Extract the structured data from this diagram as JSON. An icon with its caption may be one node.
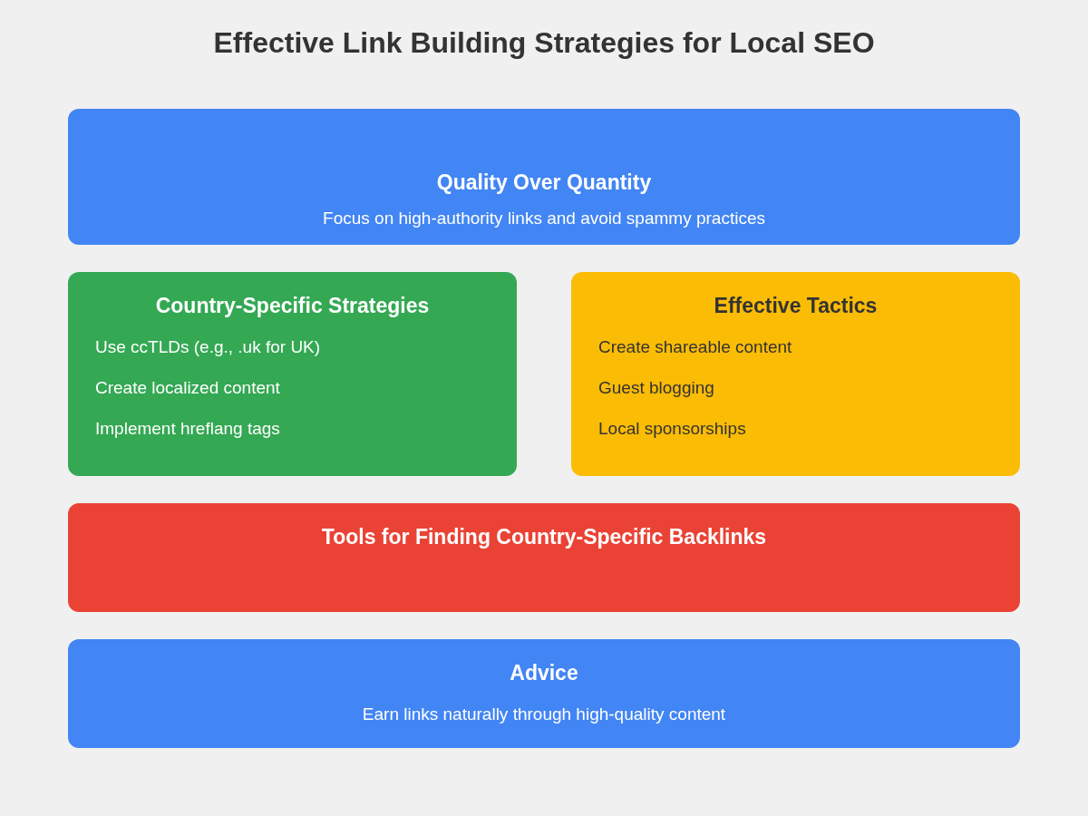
{
  "diagram": {
    "title": "Effective Link Building Strategies for Local SEO",
    "nodes": [
      {
        "text": [
          "Quality Over Quantity",
          "Focus on high-authority links and avoid spammy practices"
        ]
      },
      {
        "text": [
          "Country-Specific Strategies",
          "Use ccTLDs (e.g., .uk for UK)",
          "Create localized content",
          "Implement hreflang tags"
        ]
      },
      {
        "text": [
          "Effective Tactics",
          "Create shareable content",
          "Guest blogging",
          "Local sponsorships"
        ]
      },
      {
        "text": [
          "Tools for Finding Country-Specific Backlinks"
        ]
      },
      {
        "text": [
          "Advice",
          "Earn links naturally through high-quality content"
        ]
      }
    ]
  }
}
